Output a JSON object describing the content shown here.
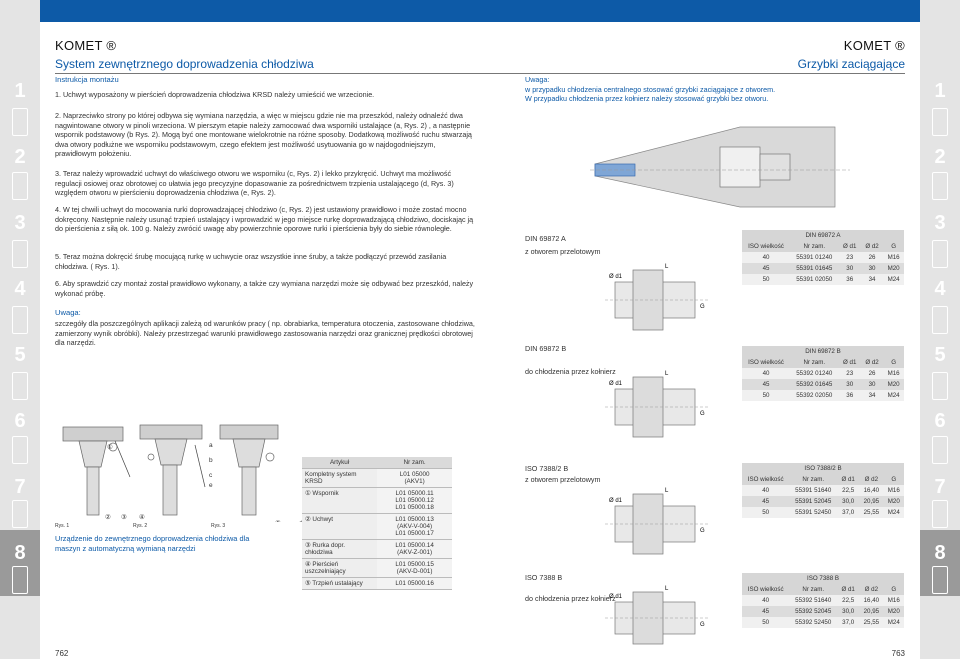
{
  "sidebar_numbers": [
    "1",
    "2",
    "3",
    "4",
    "5",
    "6",
    "7",
    "8"
  ],
  "active_section": "8",
  "left_page": {
    "brand": "KOMET ®",
    "title": "System zewnętrznego doprowadzenia chłodziwa",
    "instr_title": "Instrukcja montażu",
    "steps": [
      "1. Uchwyt wyposażony w pierścień doprowadzenia chłodziwa KRSD należy umieścić we wrzecionie.",
      "2. Naprzeciwko strony po której odbywa się wymiana narzędzia, a więc w miejscu gdzie nie ma przeszkód, należy odnaleźć dwa nagwintowane otwory w pinoli wrzeciona. W pierszym etapie należy zamocować dwa wsporniki ustalające (a, Rys. 2) , a następnie wspornik podstawowy (b Rys. 2). Mogą być one montowane wielokrotnie na różne sposoby. Dodatkową możliwość ruchu stwarzają dwa otwory podłużne we wsporniku podstawowym, czego efektem jest możliwość usytuowania go w najdogodniejszym, prawidłowym położeniu.",
      "3. Teraz należy wprowadzić uchwyt do właściwego otworu we wsporniku (c, Rys. 2) i lekko przykręcić. Uchwyt ma możliwość regulacji osiowej oraz obrotowej co ułatwia jego precyzyjne dopasowanie za pośrednictwem trzpienia ustalającego (d, Rys. 3) względem otworu w pierścieniu doprowadzenia chłodziwa (e, Rys. 2).",
      "4. W tej chwili uchwyt do mocowania rurki doprowadzającej chłodziwo (c, Rys. 2) jest ustawiony prawidłowo i może zostać mocno dokręcony. Następnie należy usunąć trzpień ustalający i wprowadzić w jego miejsce rurkę doprowadzającą chłodziwo, dociskając ją do pierścienia z siłą ok. 100 g. Należy zwrócić uwagę aby powierzchnie oporowe rurki i pierścienia były do siebie równoległe.",
      "5. Teraz można dokręcić śrubę mocującą rurkę w uchwycie oraz wszystkie inne śruby, a także podłączyć przewód zasilania chłodziwa. ( Rys. 1).",
      "6. Aby sprawdzić czy montaż został prawidłowo wykonany, a także czy wymiana narzędzi może się odbywać bez przeszkód, należy wykonać próbę."
    ],
    "note_title": "Uwaga:",
    "note_text": "szczegóły dla poszczególnych aplikacji zależą od warunków pracy ( np. obrabiarka, temperatura otoczenia, zastosowane chłodziwa, zamierzony wynik obróbki). Należy przestrzegać warunki prawidłowego zastosowania narzędzi oraz granicznej prędkości obrotowej dla narzędzi.",
    "fig_labels": [
      "Rys. 1",
      "Rys. 2",
      "Rys. 3"
    ],
    "fig_callouts": [
      "①",
      "②",
      "③",
      "④",
      "⑤",
      "a",
      "b",
      "c",
      "e",
      "d"
    ],
    "caption": "Urządzenie do zewnętrznego doprowadzenia chłodziwa dla maszyn z automatyczną wymianą narzędzi",
    "parts_header": [
      "Artykuł",
      "Nr zam."
    ],
    "parts": [
      {
        "name": "Kompletny system KRSD",
        "nr": "L01 05000",
        "sub": "(AKV1)"
      },
      {
        "name": "① Wspornik",
        "nr": "L01 05000.11\nL01 05000.12\nL01 05000.18",
        "sub": ""
      },
      {
        "name": "② Uchwyt",
        "nr": "L01 05000.13",
        "sub": "(AKV-V-004)\nL01 05000.17"
      },
      {
        "name": "③ Rurka dopr. chłodziwa",
        "nr": "L01 05000.14",
        "sub": "(AKV-Z-001)"
      },
      {
        "name": "④ Pierścień uszczelniający",
        "nr": "L01 05000.15",
        "sub": "(AKV-D-001)"
      },
      {
        "name": "⑤ Trzpień ustalający",
        "nr": "L01 05000.16",
        "sub": ""
      }
    ],
    "page_number": "762"
  },
  "right_page": {
    "brand": "KOMET ®",
    "title": "Grzybki zaciągające",
    "note_title": "Uwaga:",
    "note_lines": [
      "w przypadku chłodzenia centralnego stosować grzybki zaciągające z otworem.",
      "W przypadku chłodzenia przez kołnierz należy stosować grzybki bez otworu."
    ],
    "dim_labels": {
      "L": "L",
      "d1": "Ø d1",
      "G": "G"
    },
    "products": [
      {
        "name": "DIN 69872 A",
        "desc": "z otworem przelotowym",
        "table_title": "DIN 69872 A",
        "cols": [
          "ISO wielkość",
          "Nr zam.",
          "Ø d1",
          "Ø d2",
          "G"
        ],
        "rows": [
          [
            "40",
            "55391 01240",
            "23",
            "26",
            "M16"
          ],
          [
            "45",
            "55391 01645",
            "30",
            "30",
            "M20"
          ],
          [
            "50",
            "55391 02050",
            "36",
            "34",
            "M24"
          ]
        ]
      },
      {
        "name": "DIN 69872 B",
        "desc": "do chłodzenia przez kołnierz",
        "table_title": "DIN 69872 B",
        "cols": [
          "ISO wielkość",
          "Nr zam.",
          "Ø d1",
          "Ø d2",
          "G"
        ],
        "rows": [
          [
            "40",
            "55392 01240",
            "23",
            "26",
            "M16"
          ],
          [
            "45",
            "55392 01645",
            "30",
            "30",
            "M20"
          ],
          [
            "50",
            "55392 02050",
            "36",
            "34",
            "M24"
          ]
        ]
      },
      {
        "name": "ISO 7388/2 B",
        "desc": "z otworem przelotowym",
        "table_title": "ISO 7388/2 B",
        "cols": [
          "ISO wielkość",
          "Nr zam.",
          "Ø d1",
          "Ø d2",
          "G"
        ],
        "rows": [
          [
            "40",
            "55391 51640",
            "22,5",
            "16,40",
            "M16"
          ],
          [
            "45",
            "55391 52045",
            "30,0",
            "20,95",
            "M20"
          ],
          [
            "50",
            "55391 52450",
            "37,0",
            "25,55",
            "M24"
          ]
        ]
      },
      {
        "name": "ISO 7388 B",
        "desc": "do chłodzenia przez kołnierz",
        "table_title": "ISO 7388 B",
        "cols": [
          "ISO wielkość",
          "Nr zam.",
          "Ø d1",
          "Ø d2",
          "G"
        ],
        "rows": [
          [
            "40",
            "55392 51640",
            "22,5",
            "16,40",
            "M16"
          ],
          [
            "45",
            "55392 52045",
            "30,0",
            "20,95",
            "M20"
          ],
          [
            "50",
            "55392 52450",
            "37,0",
            "25,55",
            "M24"
          ]
        ]
      }
    ],
    "page_number": "763"
  }
}
